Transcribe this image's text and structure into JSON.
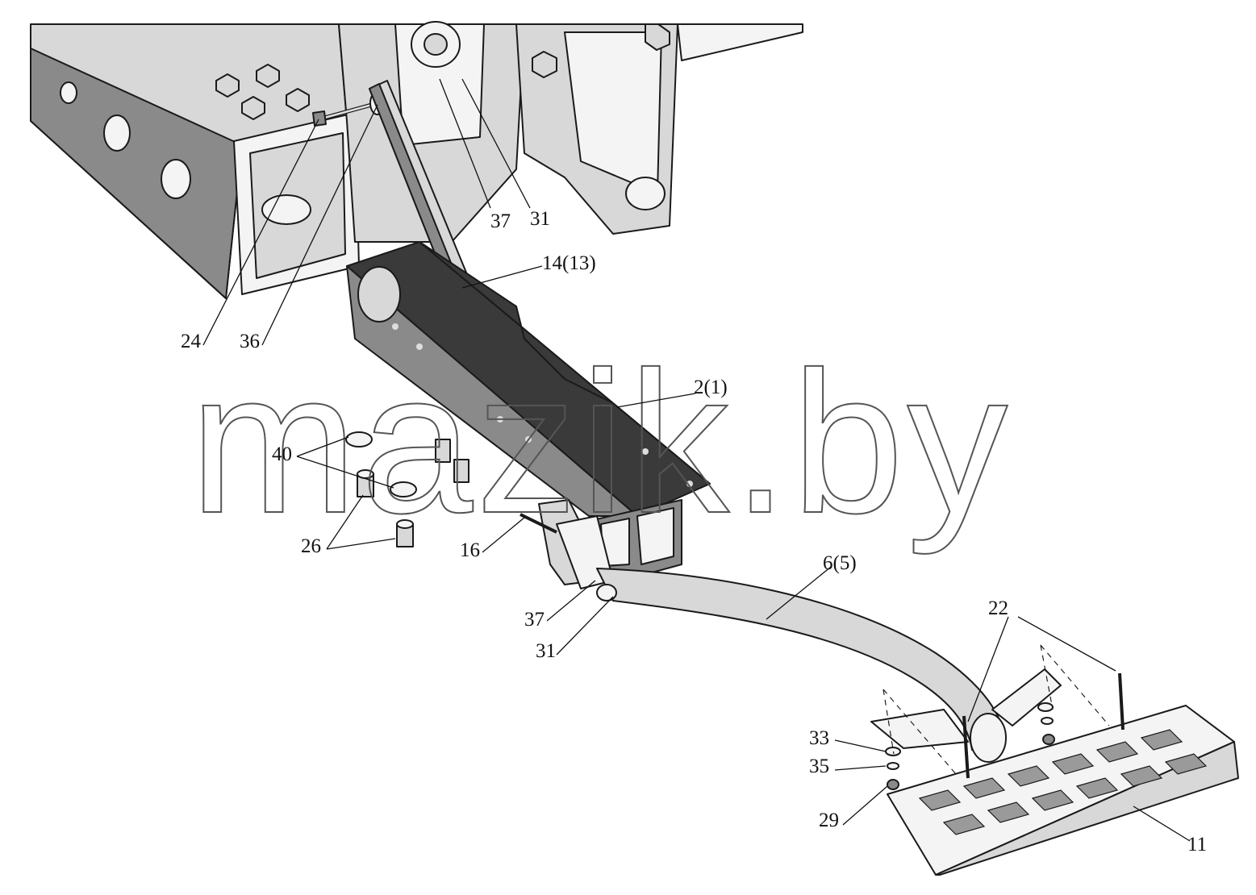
{
  "watermark": "mazik.by",
  "callouts": [
    {
      "id": "c-37-top",
      "text": "37"
    },
    {
      "id": "c-31-top",
      "text": "31"
    },
    {
      "id": "c-14",
      "text": "14(13)"
    },
    {
      "id": "c-24",
      "text": "24"
    },
    {
      "id": "c-36",
      "text": "36"
    },
    {
      "id": "c-2",
      "text": "2(1)"
    },
    {
      "id": "c-40",
      "text": "40"
    },
    {
      "id": "c-26",
      "text": "26"
    },
    {
      "id": "c-16",
      "text": "16"
    },
    {
      "id": "c-6",
      "text": "6(5)"
    },
    {
      "id": "c-37-low",
      "text": "37"
    },
    {
      "id": "c-31-low",
      "text": "31"
    },
    {
      "id": "c-22",
      "text": "22"
    },
    {
      "id": "c-33",
      "text": "33"
    },
    {
      "id": "c-35",
      "text": "35"
    },
    {
      "id": "c-29",
      "text": "29"
    },
    {
      "id": "c-11",
      "text": "11"
    }
  ]
}
